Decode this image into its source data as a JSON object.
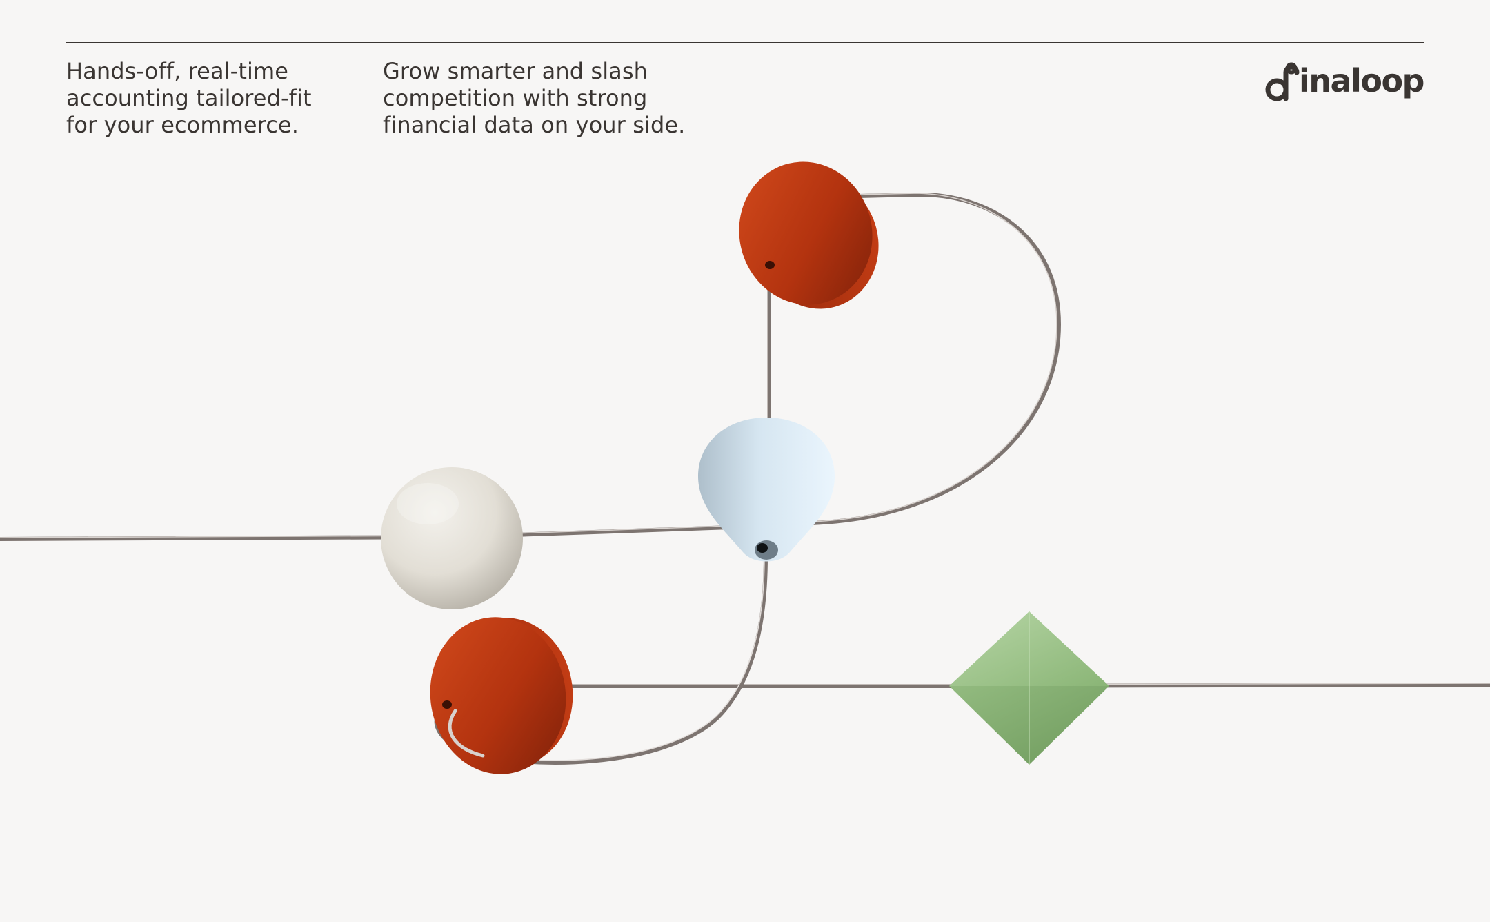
{
  "taglines": {
    "left": "Hands-off, real-time\naccounting tailored-fit\nfor your ecommerce.",
    "right": "Grow smarter and slash\ncompetition with strong\nfinancial data on your side."
  },
  "logo": {
    "text": "inaloop",
    "mark_icon": "finaloop-f-loop-mark"
  },
  "colors": {
    "background": "#f7f6f5",
    "text": "#3a3532",
    "wire": "#8a8280",
    "red_bead": "#b83512",
    "white_sphere": "#e4e0d8",
    "blue_cone": "#d4e6f2",
    "green_diamond": "#9fc48e"
  }
}
